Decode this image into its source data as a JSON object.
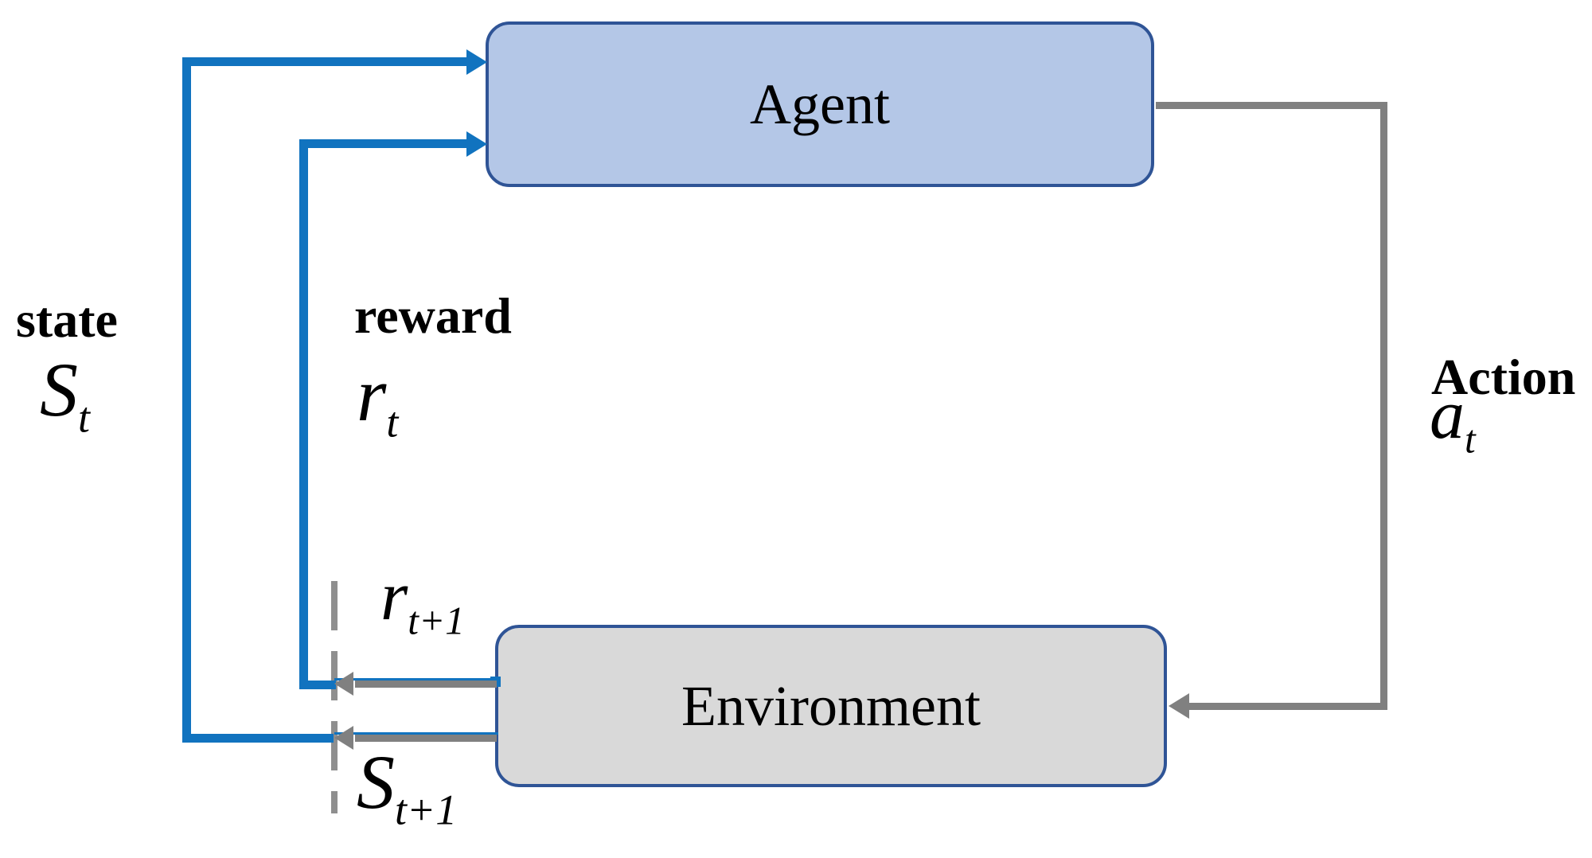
{
  "diagram": {
    "boxes": {
      "agent": {
        "label": "Agent"
      },
      "environment": {
        "label": "Environment"
      }
    },
    "labels": {
      "state": {
        "word": "state",
        "symbol": {
          "main": "S",
          "sub": "t"
        }
      },
      "reward": {
        "word": "reward",
        "symbol": {
          "main": "r",
          "sub": "t"
        }
      },
      "action": {
        "word": "Action",
        "symbol": {
          "main": "a",
          "sub": "t"
        }
      },
      "next_reward": {
        "symbol": {
          "main": "r",
          "sub": "t+1"
        }
      },
      "next_state": {
        "symbol": {
          "main": "S",
          "sub": "t+1"
        }
      }
    },
    "colors": {
      "state_reward_line": "#1173bf",
      "action_line": "#808080",
      "dashed_boundary": "#8f8f8f",
      "agent_fill": "#b4c7e7",
      "environment_fill": "#d9d9d9",
      "box_border": "#2f5496"
    }
  }
}
